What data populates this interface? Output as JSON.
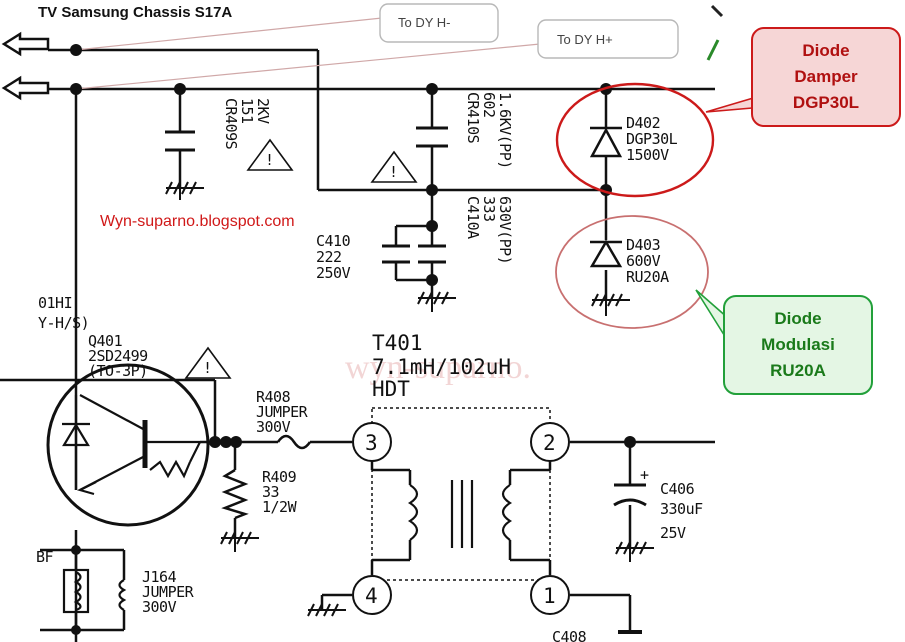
{
  "title": "TV Samsung Chassis S17A",
  "blog": "Wyn-suparno.blogspot.com",
  "watermark": "wyn-suparno.",
  "tags": {
    "dy_minus": "To DY H-",
    "dy_plus": "To DY  H+"
  },
  "callouts": {
    "damper": [
      "Diode",
      "Damper",
      "DGP30L"
    ],
    "modulasi": [
      "Diode",
      "Modulasi",
      "RU20A"
    ]
  },
  "colors": {
    "damper": "#cc1a1a",
    "modulasi": "#22a03a",
    "wire": "#111111"
  },
  "components": {
    "cr409s": [
      "CR409S",
      "151",
      "2KV"
    ],
    "cr410s": [
      "CR410S",
      "602",
      "1.6KV(PP)"
    ],
    "d402": [
      "D402",
      "DGP30L",
      "1500V"
    ],
    "c410": [
      "C410",
      "222",
      "250V"
    ],
    "c410a": [
      "C410A",
      "333",
      "630V(PP)"
    ],
    "d403": [
      "D403",
      "600V",
      "RU20A"
    ],
    "left_hi": "01HI",
    "left_yhs": "Y-H/S)",
    "q401": [
      "Q401",
      "2SD2499",
      "(TO-3P)"
    ],
    "t401": [
      "T401",
      "7.1mH/102uH",
      "HDT"
    ],
    "r408": [
      "R408",
      "JUMPER",
      "300V"
    ],
    "r409": [
      "R409",
      "33",
      "1/2W"
    ],
    "c406": [
      "C406",
      "330uF",
      "25V"
    ],
    "bf": "BF",
    "j164": [
      "J164",
      "JUMPER",
      "300V"
    ],
    "c408": "C408",
    "pins": [
      "3",
      "2",
      "4",
      "1"
    ],
    "plus": "+",
    "warn": "!"
  }
}
